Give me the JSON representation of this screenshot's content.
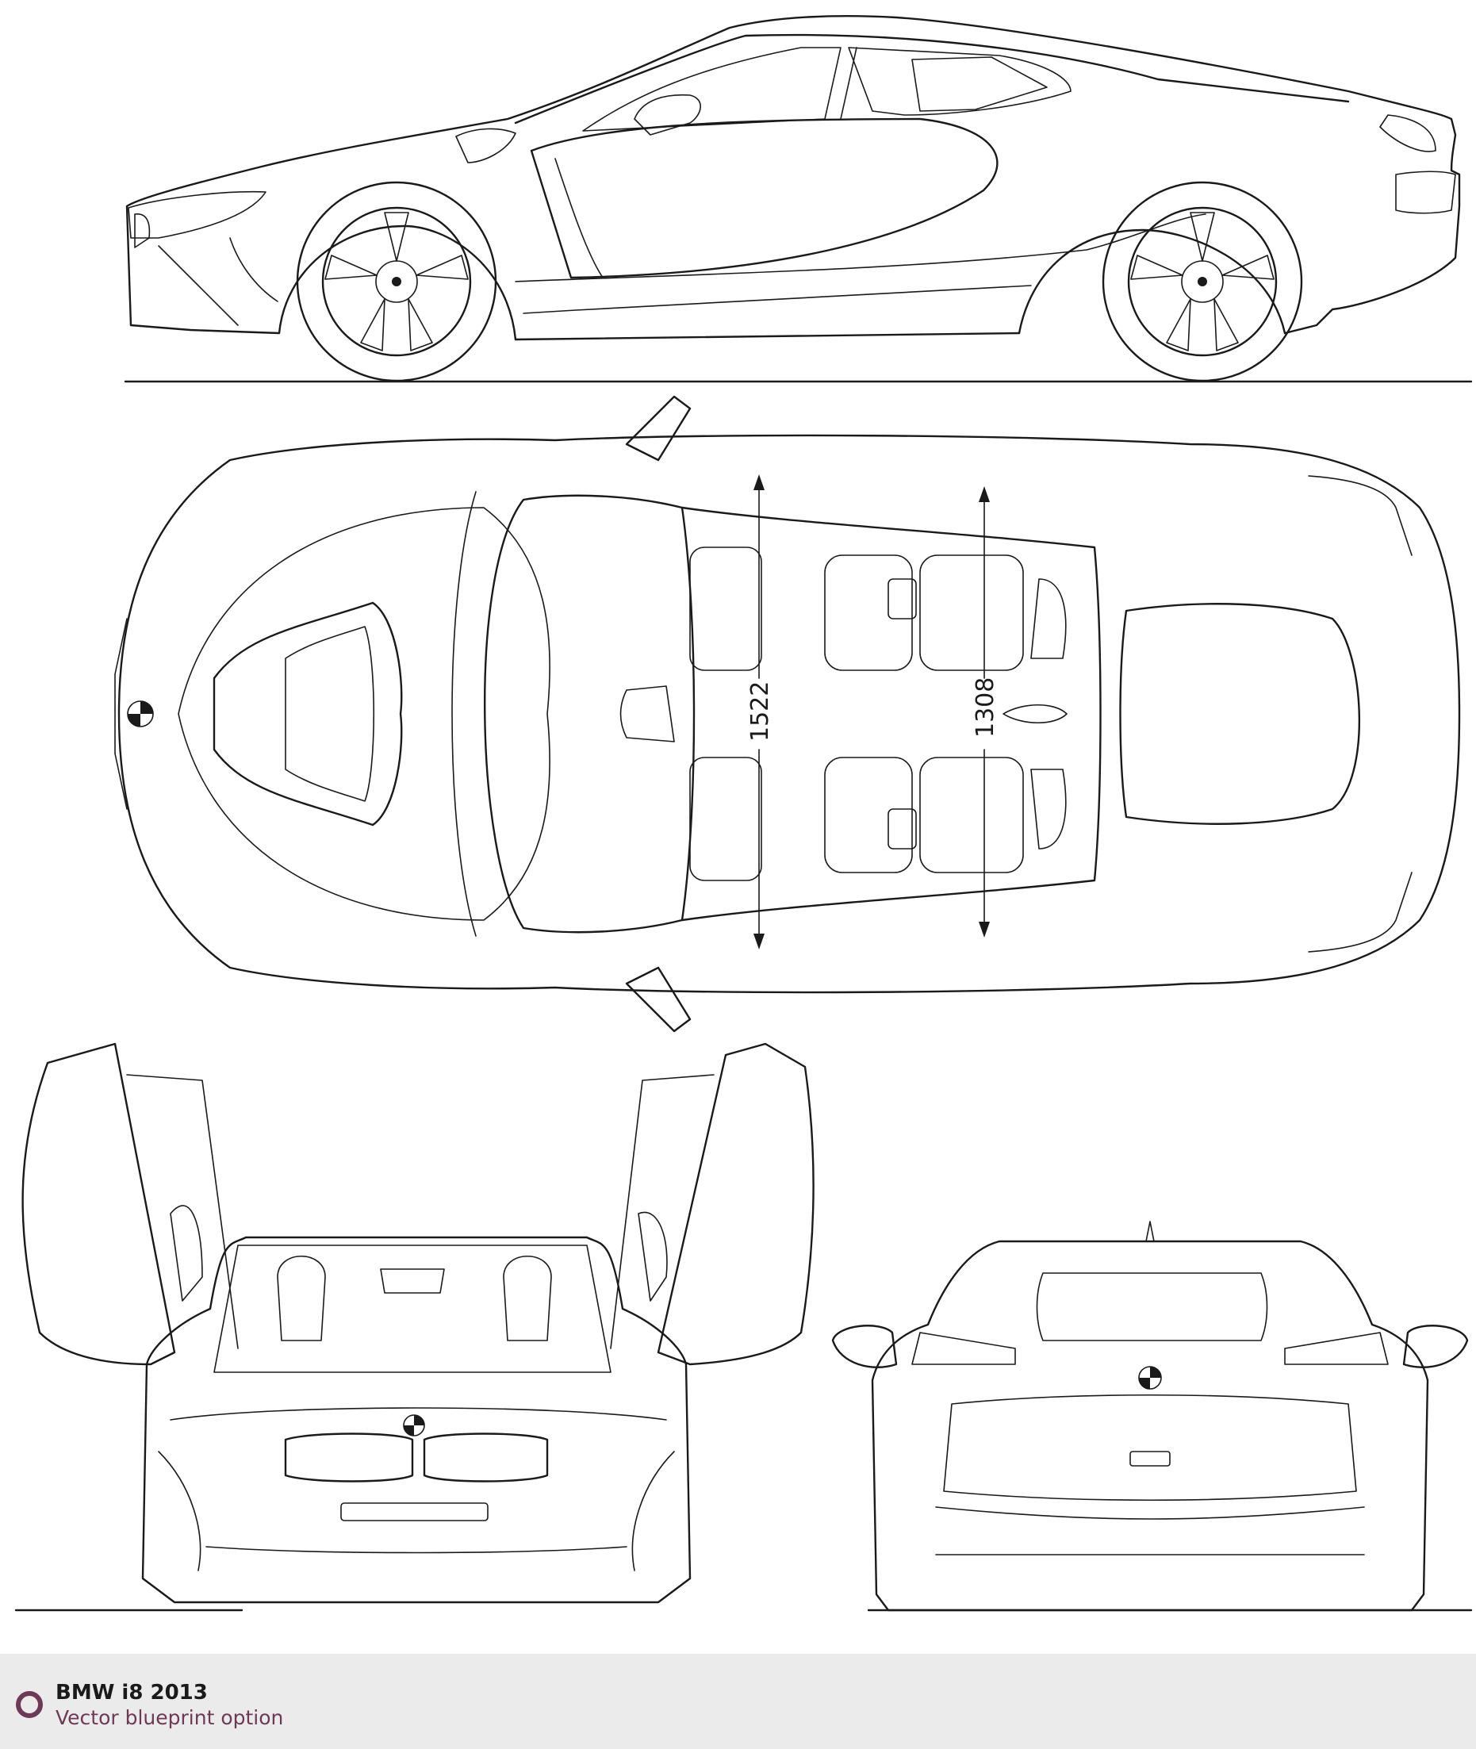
{
  "dimensions": {
    "front_track": "1522",
    "rear_track": "1308"
  },
  "footer": {
    "title": "BMW i8 2013",
    "subtitle": "Vector blueprint option"
  },
  "colors": {
    "line": "#1a1a1a",
    "footer_bg": "#ebebeb",
    "accent": "#6d3a55"
  },
  "icons": {
    "badge": "circle-badge-icon",
    "logo": "bmw-logo-icon"
  }
}
